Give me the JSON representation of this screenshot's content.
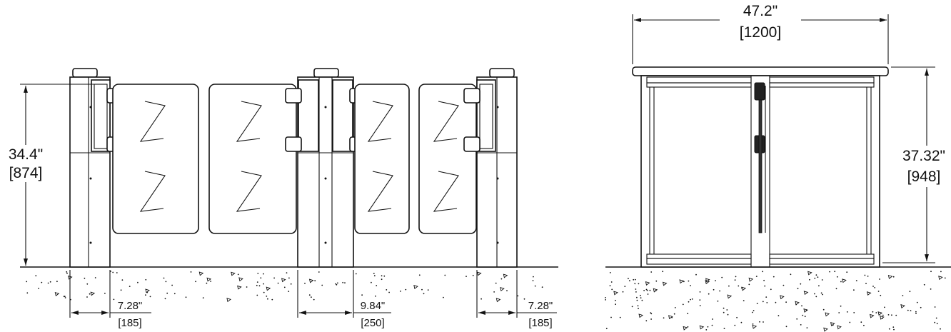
{
  "left_view": {
    "height_dim": {
      "inch": "34.4\"",
      "mm": "[874]"
    },
    "width_dims": [
      {
        "inch": "7.28\"",
        "mm": "[185]"
      },
      {
        "inch": "9.84\"",
        "mm": "[250]"
      },
      {
        "inch": "7.28\"",
        "mm": "[185]"
      }
    ]
  },
  "right_view": {
    "width_dim": {
      "inch": "47.2\"",
      "mm": "[1200]"
    },
    "height_dim": {
      "inch": "37.32\"",
      "mm": "[948]"
    }
  }
}
